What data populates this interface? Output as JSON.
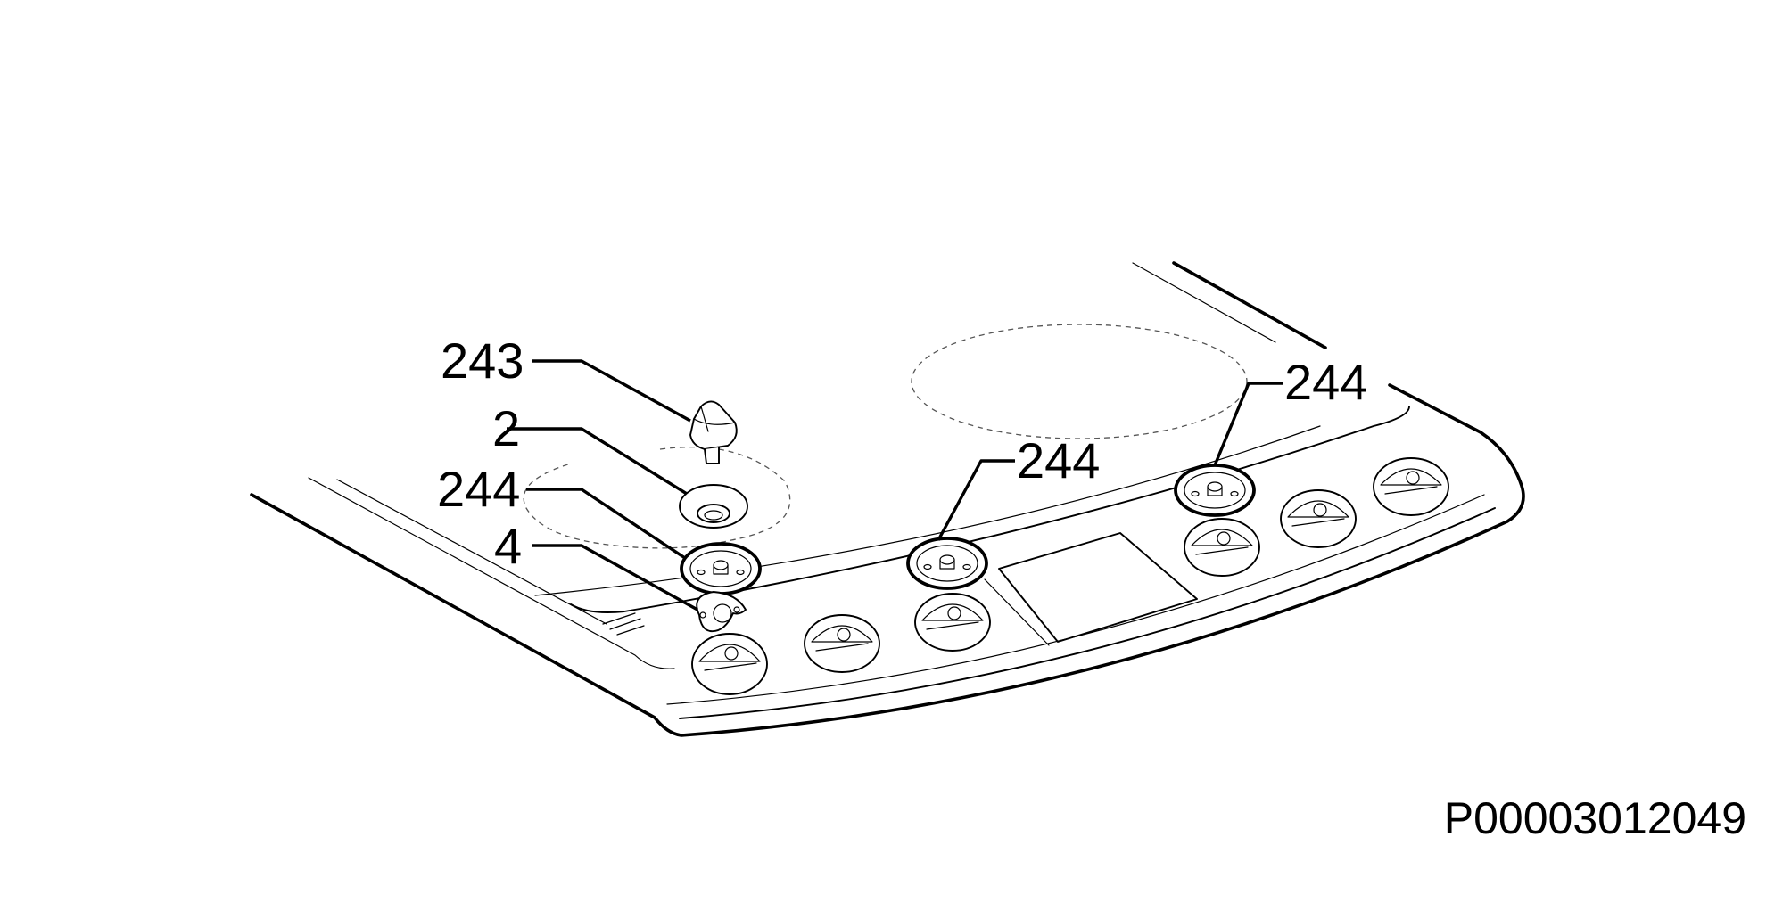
{
  "diagram": {
    "part_labels": [
      "243",
      "2",
      "244",
      "4",
      "244",
      "244"
    ],
    "drawing_code": "P00003012049"
  },
  "colors": {
    "line": "#000000",
    "background": "#ffffff",
    "dashed": "#555555"
  }
}
